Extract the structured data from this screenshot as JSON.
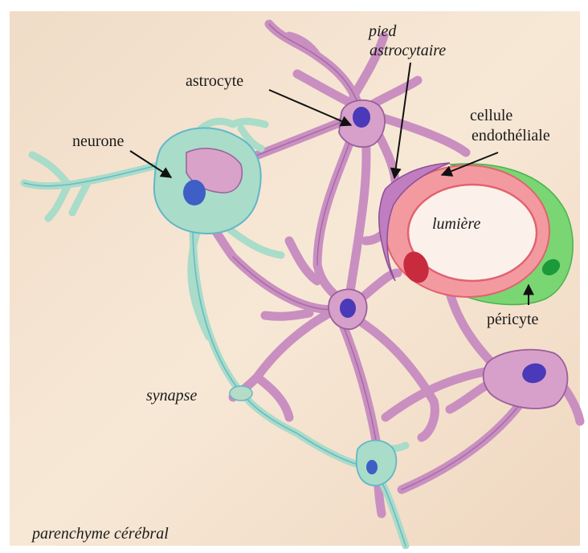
{
  "labels": {
    "pied_astrocytaire": [
      "pied",
      "astrocytaire"
    ],
    "astrocyte": "astrocyte",
    "cellule_endotheliale": [
      "cellule",
      "endothéliale"
    ],
    "neurone": "neurone",
    "lumiere": "lumière",
    "pericyte": "péricyte",
    "synapse": "synapse",
    "parenchyme": "parenchyme cérébral"
  },
  "colors": {
    "paper": "#f4e3cf",
    "astrocyte": "#c98fc1",
    "astrocyte_outline": "#9a5f9b",
    "neuron": "#a9dcc9",
    "neuron_outline": "#62b7c7",
    "nucleus": "#4a39b8",
    "endothelium": "#f2949a",
    "endothelium_nucleus": "#c0283a",
    "pericyte": "#72d66e",
    "pericyte_nucleus": "#189a35",
    "lumen": "#fbf1ea"
  }
}
